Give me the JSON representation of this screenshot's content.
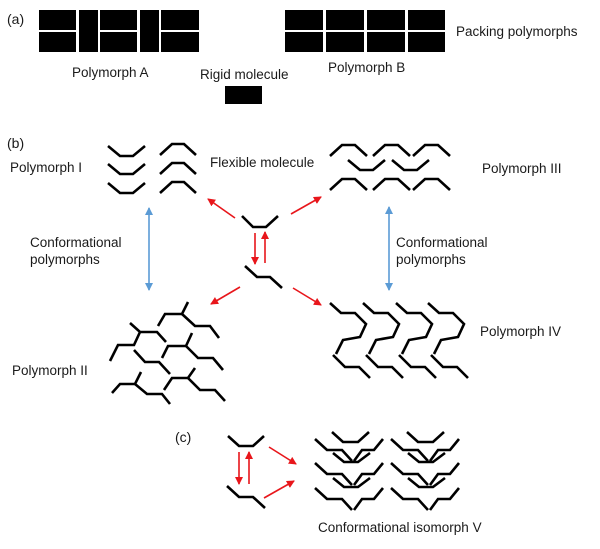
{
  "panels": {
    "a": {
      "tag": "(a)",
      "polymorph_a": "Polymorph A",
      "polymorph_b": "Polymorph B",
      "rigid_molecule": "Rigid molecule",
      "packing_polymorphs": "Packing polymorphs"
    },
    "b": {
      "tag": "(b)",
      "polymorph_1": "Polymorph I",
      "polymorph_2": "Polymorph II",
      "polymorph_3": "Polymorph III",
      "polymorph_4": "Polymorph IV",
      "flexible_molecule": "Flexible molecule",
      "conformational_left": "Conformational\npolymorphs",
      "conformational_right": "Conformational\n polymorphs"
    },
    "c": {
      "tag": "(c)",
      "isomorph_5": "Conformational isomorph V"
    }
  },
  "colors": {
    "molecule": "#000000",
    "transform_arrow": "#e8161b",
    "relation_arrow": "#5b9bd5"
  }
}
